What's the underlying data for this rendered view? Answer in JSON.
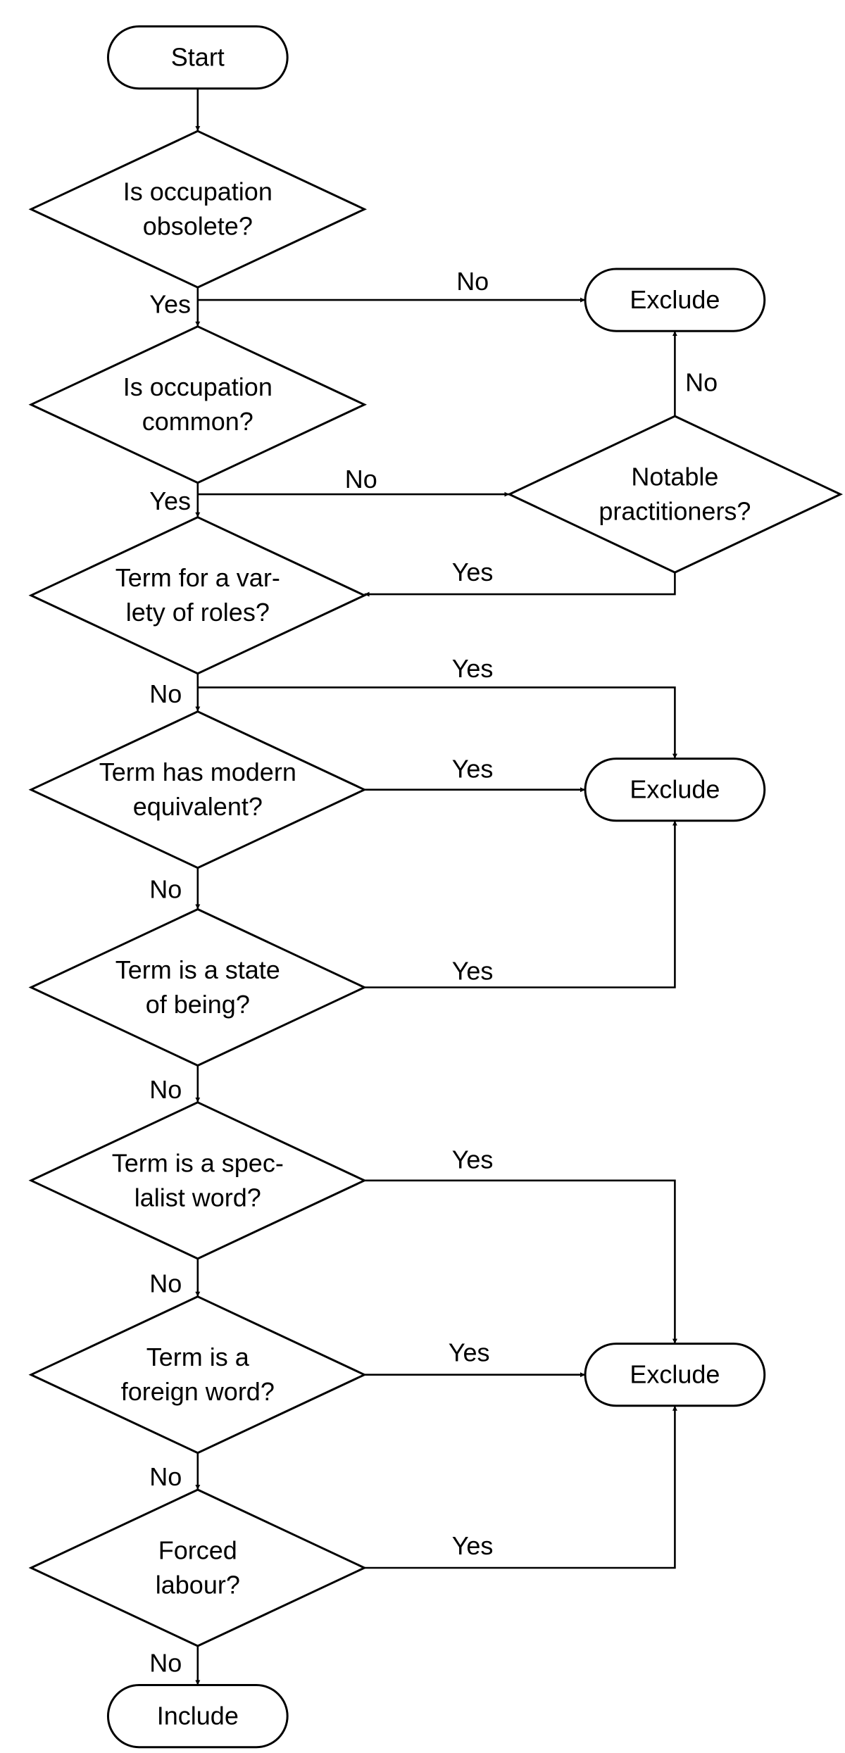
{
  "nodes": {
    "start": {
      "lines": [
        "Start"
      ]
    },
    "q_obsolete": {
      "lines": [
        "Is occupation",
        "obsolete?"
      ]
    },
    "q_common": {
      "lines": [
        "Is occupation",
        "common?"
      ]
    },
    "q_notable": {
      "lines": [
        "Notable",
        "practitioners?"
      ]
    },
    "q_variety": {
      "lines": [
        "Term for a var-",
        "lety of roles?"
      ]
    },
    "q_modern": {
      "lines": [
        "Term has modern",
        "equivalent?"
      ]
    },
    "q_state": {
      "lines": [
        "Term is a state",
        "of being?"
      ]
    },
    "q_specialist": {
      "lines": [
        "Term is a spec-",
        "lalist word?"
      ]
    },
    "q_foreign": {
      "lines": [
        "Term is a",
        "foreign word?"
      ]
    },
    "q_forced": {
      "lines": [
        "Forced",
        "labour?"
      ]
    },
    "exclude_1": {
      "lines": [
        "Exclude"
      ]
    },
    "exclude_2": {
      "lines": [
        "Exclude"
      ]
    },
    "exclude_3": {
      "lines": [
        "Exclude"
      ]
    },
    "include": {
      "lines": [
        "Include"
      ]
    }
  },
  "edges": [
    {
      "from": "start",
      "to": "q_obsolete",
      "label": ""
    },
    {
      "from": "q_obsolete",
      "to": "q_common",
      "label": "Yes"
    },
    {
      "from": "q_obsolete",
      "to": "exclude_1",
      "label": "No"
    },
    {
      "from": "q_common",
      "to": "q_variety",
      "label": "Yes"
    },
    {
      "from": "q_common",
      "to": "q_notable",
      "label": "No"
    },
    {
      "from": "q_notable",
      "to": "exclude_1",
      "label": "No"
    },
    {
      "from": "q_notable",
      "to": "q_variety",
      "label": "Yes"
    },
    {
      "from": "q_variety",
      "to": "q_modern",
      "label": "No"
    },
    {
      "from": "q_variety",
      "to": "exclude_2",
      "label": "Yes"
    },
    {
      "from": "q_modern",
      "to": "exclude_2",
      "label": "Yes"
    },
    {
      "from": "q_modern",
      "to": "q_state",
      "label": "No"
    },
    {
      "from": "q_state",
      "to": "exclude_2",
      "label": "Yes"
    },
    {
      "from": "q_state",
      "to": "q_specialist",
      "label": "No"
    },
    {
      "from": "q_specialist",
      "to": "exclude_3",
      "label": "Yes"
    },
    {
      "from": "q_specialist",
      "to": "q_foreign",
      "label": "No"
    },
    {
      "from": "q_foreign",
      "to": "exclude_3",
      "label": "Yes"
    },
    {
      "from": "q_foreign",
      "to": "q_forced",
      "label": "No"
    },
    {
      "from": "q_forced",
      "to": "exclude_3",
      "label": "Yes"
    },
    {
      "from": "q_forced",
      "to": "include",
      "label": "No"
    }
  ]
}
